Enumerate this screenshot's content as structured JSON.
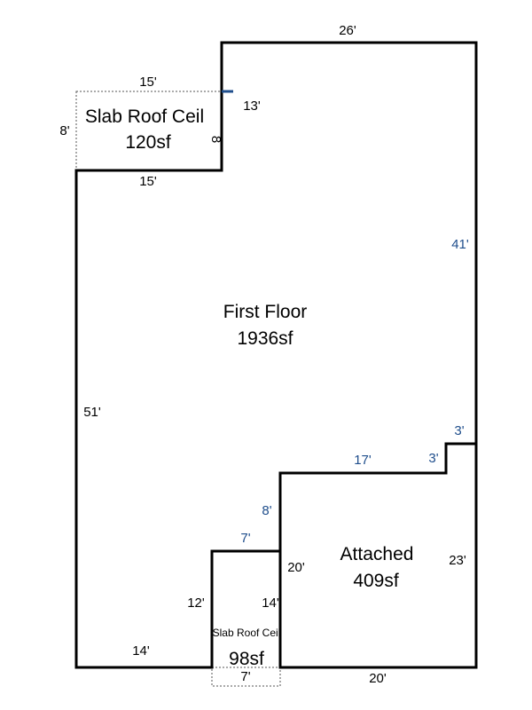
{
  "colors": {
    "wall": "#000000",
    "black_label": "#000000",
    "blue_label": "#1f4e8c",
    "dotted": "#555555"
  },
  "areas": {
    "first_floor": {
      "name": "First Floor",
      "size": "1936sf"
    },
    "attached": {
      "name": "Attached",
      "size": "409sf"
    },
    "slab_top": {
      "name": "Slab Roof Ceil",
      "size": "120sf"
    },
    "slab_bottom": {
      "name": "Slab Roof Ceil",
      "size": "98sf"
    }
  },
  "dimensions": {
    "top": "26'",
    "slab_top_top": "15'",
    "slab_top_bottom": "15'",
    "slab_top_left": "8'",
    "slab_top_right": "8",
    "notch_left": "13'",
    "right_main": "41'",
    "right_step_top": "3'",
    "step_vertical": "3'",
    "attached_top": "17'",
    "left": "51'",
    "inner_vertical_upper": "8'",
    "bump_top": "7'",
    "attached_left": "20'",
    "attached_right": "23'",
    "bump_left": "12'",
    "bump_right": "14'",
    "bottom_left": "14'",
    "bottom_right": "20'",
    "slab_bottom_width": "7'"
  }
}
